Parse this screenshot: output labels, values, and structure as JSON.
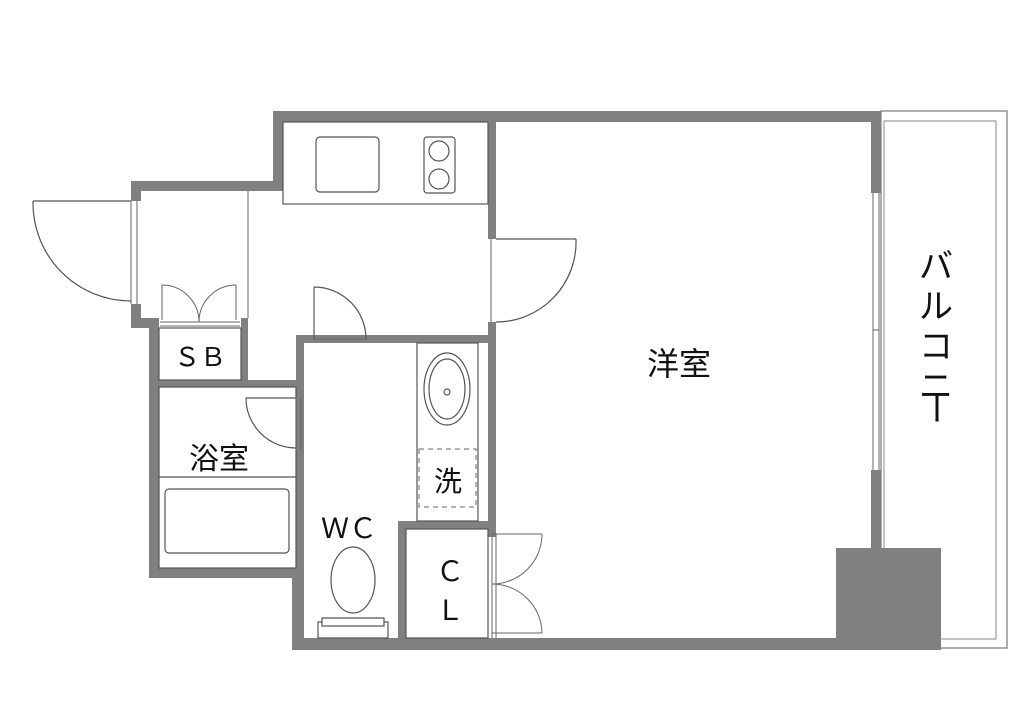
{
  "rooms": {
    "western_room": "洋室",
    "balcony": [
      "バ",
      "ル",
      "コ",
      "ニ",
      "ー"
    ],
    "bathroom": "浴室",
    "shoe_box": "ＳＢ",
    "toilet": "ＷＣ",
    "closet": [
      "Ｃ",
      "Ｌ"
    ],
    "washer": "洗"
  },
  "colors": {
    "wall": "#808080",
    "line": "#555555",
    "background": "#ffffff"
  }
}
